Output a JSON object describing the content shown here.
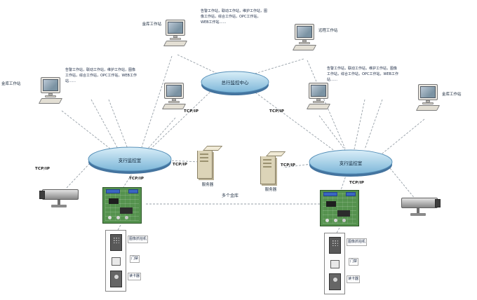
{
  "clouds": {
    "center": {
      "label": "总行监控中心"
    },
    "left": {
      "label": "支行监控室"
    },
    "right": {
      "label": "支行监控室"
    }
  },
  "workstations": {
    "top_left": {
      "label": "金库工作站"
    },
    "top_right": {
      "label": "远程工作站"
    },
    "left_outer": {
      "label": "金库工作站"
    },
    "right_outer": {
      "label": "金库工作站"
    }
  },
  "notes": {
    "top": "告警工作站，联动工作站，维护工作站，图像工作站，综合工作站，OPC工作站，WEB工作站……",
    "left": "告警工作站，联动工作站，维护工作站，图像工作站，综合工作站，OPC工作站，WEB工作站……",
    "right": "告警工作站，联动工作站，维护工作站，图像工作站，综合工作站，OPC工作站，WEB工作站……"
  },
  "servers": {
    "left_label": "服务器",
    "right_label": "服务器"
  },
  "tcpip_labels": [
    "TCP/IP",
    "TCP/IP",
    "TCP/IP",
    "TCP/IP",
    "TCP/IP",
    "TCP/IP",
    "TCP/IP"
  ],
  "vaults_label": "多个金库",
  "stacks": {
    "left": {
      "items": [
        "图像抓拍机",
        "门禁",
        "读卡器"
      ]
    },
    "right": {
      "items": [
        "图像抓拍机",
        "门禁",
        "读卡器"
      ]
    }
  }
}
